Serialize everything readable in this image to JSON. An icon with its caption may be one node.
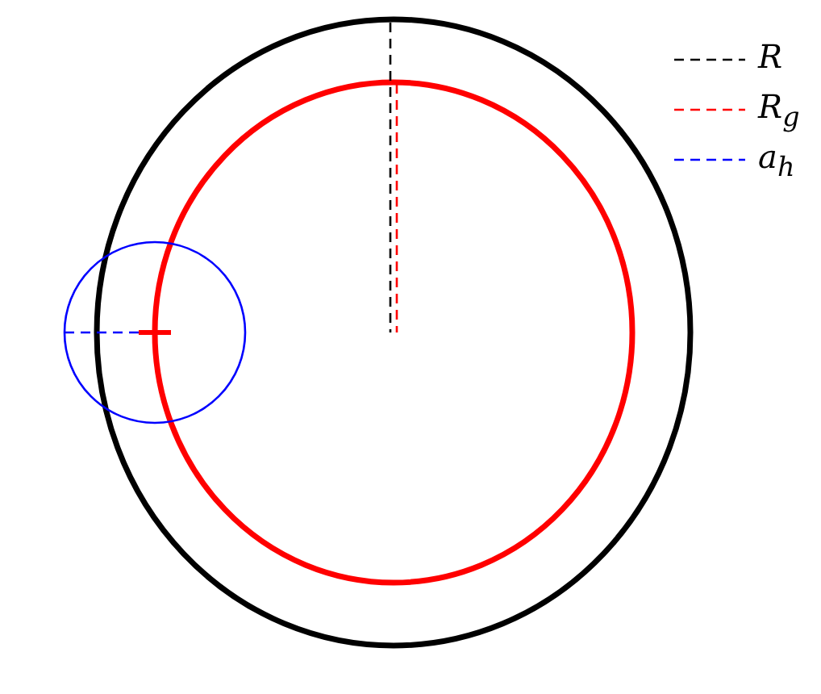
{
  "diagram": {
    "legend": [
      {
        "text": "R"
      },
      {
        "text": "R$_{g}$"
      },
      {
        "text": "a$_{h}$"
      }
    ]
  }
}
